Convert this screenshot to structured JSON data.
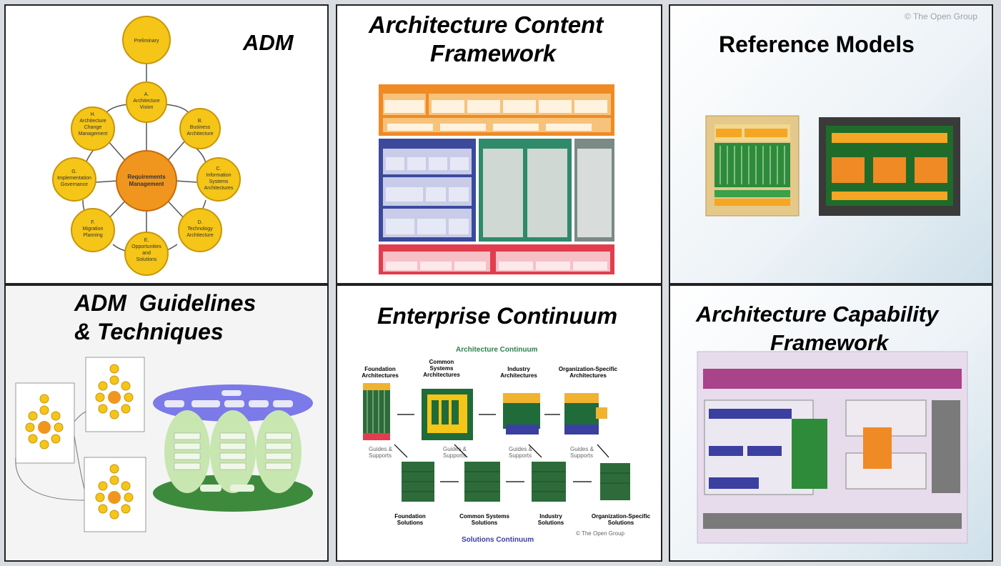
{
  "copyright_top": "© The Open Group",
  "panels": {
    "adm": {
      "title": "ADM",
      "center": "Requirements Management",
      "nodes": [
        "Preliminary",
        "A. Architecture Vision",
        "B. Business Architecture",
        "C. Information Systems Architectures",
        "D. Technology Architecture",
        "E. Opportunities and Solutions",
        "F. Migration Planning",
        "G. Implementation Governance",
        "H. Architecture Change Management"
      ]
    },
    "acf": {
      "title_line1": "Architecture Content",
      "title_line2": "Framework"
    },
    "ref": {
      "title": "Reference Models"
    },
    "guidelines": {
      "title_line1": "ADM  Guidelines",
      "title_line2": "& Techniques"
    },
    "continuum": {
      "title": "Enterprise Continuum",
      "arch_label": "Architecture Continuum",
      "sol_label": "Solutions Continuum",
      "top_labels": [
        "Foundation Architectures",
        "Common Systems Architectures",
        "Industry Architectures",
        "Organization-Specific Architectures"
      ],
      "bottom_labels": [
        "Foundation Solutions",
        "Common Systems Solutions",
        "Industry Solutions",
        "Organization-Specific Solutions"
      ],
      "guides": "Guides & Supports",
      "copyright": "© The Open Group"
    },
    "capability": {
      "title_line1": "Architecture Capability",
      "title_line2": "Framework"
    }
  },
  "colors": {
    "panel_border": "#222222",
    "adm_node": "#f5c518",
    "adm_center": "#f0961e",
    "acf_orange": "#f08a24",
    "acf_blue": "#3c4a9c",
    "acf_teal": "#2e8a6a",
    "acf_red": "#e23d4e",
    "ref_green": "#1f6b2a",
    "continuum_green": "#1f6b3a",
    "capability_purple": "#a9438a"
  }
}
